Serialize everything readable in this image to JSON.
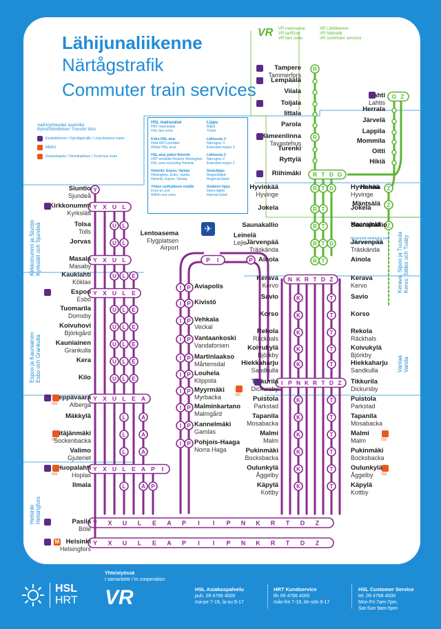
{
  "title": {
    "fi": "Lähijunaliikenne",
    "sv": "Närtågstrafik",
    "en": "Commuter train services"
  },
  "vr_zone": {
    "l1": "VR maksualue",
    "l2": "VR tariffzon",
    "l3": "VR fare zone"
  },
  "vr_lines": {
    "l1": "VR Lähiliikenne",
    "l2": "VR Närtrafik",
    "l3": "VR commuter services"
  },
  "legend": {
    "head1": "Vaihtoyhteydet asemilla",
    "head2": "Bytesförbindelser/ Transfer links",
    "ld": "Kaukoliikenne / Fjärrtågstrafik / Long distance trains",
    "metro": "Metro",
    "trunk": "Runkolinjasto / Stomlinjebuss / Trunk bus route"
  },
  "hsl_box": {
    "h1": "HSL maksualue",
    "h2": "HRT resområde",
    "h3": "HSL fare zone",
    "t1": "Lippu",
    "t2": "Biljett",
    "t3": "Ticket",
    "r1a": "Koko HSL-alue",
    "r1b": "Hela HRT-området",
    "r1c": "Whole HSL area",
    "r1d": "Lähiseutu 3",
    "r1e": "Närregion 3",
    "r1f": "Extended region 3",
    "r2a": "HSL-alue paitsi Helsinki",
    "r2b": "HRT-området förutom Helsingfors",
    "r2c": "HSL area excluding Helsinki",
    "r2d": "Lähiseutu 2",
    "r2e": "Närregion 2",
    "r2f": "Extended region 2",
    "r3a": "Helsinki, Espoo, Vantaa",
    "r3b": "Helsingfors, Esbo, Vanda",
    "r3c": "Helsinki, Espoo, Vantaa",
    "r3d": "Seutulippu",
    "r3e": "Regionbiljett",
    "r3f": "Regional ticket",
    "r4a": "Yhden vyöhykkeen sisällä",
    "r4b": "Inom en zon",
    "r4c": "Within one zone",
    "r4d": "Sisäinen lippu",
    "r4e": "Intern biljett",
    "r4f": "Internal ticket"
  },
  "airport": {
    "l1": "Lentoasema",
    "l2": "Flygplatsen",
    "l3": "Airport"
  },
  "kerava_note": "Järvenpää-aikataulut ovat poikkeuksellisia kello...",
  "regions": {
    "kirkkonummi": [
      "Kirkkonummi ja Siuntio",
      "Kyrkslätt och Sjundeå"
    ],
    "espoo": [
      "Espoo ja Kauniainen",
      "Esbo och Grankulla"
    ],
    "helsinki": [
      "Helsinki",
      "Helsingfors"
    ],
    "vantaa": [
      "Vantaa",
      "Vanda"
    ],
    "kerava": [
      "Kerava, Sipoo ja Tuusula",
      "Kervo, Sibbo och Tusby"
    ]
  },
  "north_stations": [
    {
      "n": "Tampere",
      "s": "Tammerfors",
      "r": "R"
    },
    {
      "n": "Lempäälä"
    },
    {
      "n": "Viiala"
    },
    {
      "n": "Toijala"
    },
    {
      "n": "Iittala"
    },
    {
      "n": "Parola"
    },
    {
      "n": "Hämeenlinna",
      "s": "Tavastehus",
      "r": "R"
    },
    {
      "n": "Turenki"
    },
    {
      "n": "Ryttylä"
    },
    {
      "n": "Riihimäki",
      "r": "RTDG"
    }
  ],
  "lahti_stations": [
    {
      "n": "Lahti",
      "s": "Lahtis",
      "r": "GZ"
    },
    {
      "n": "Herrala"
    },
    {
      "n": "Järvelä"
    },
    {
      "n": "Lappila"
    },
    {
      "n": "Mommila"
    },
    {
      "n": "Oitti"
    },
    {
      "n": "Hikiä"
    }
  ],
  "west_stations": [
    {
      "n": "Siuntio",
      "s": "Sjundeå",
      "r": "Y"
    },
    {
      "n": "Kirkkonummi",
      "s": "Kyrkslätt",
      "r": "YXUL"
    },
    {
      "n": "Tolsa",
      "s": "Tolls",
      "r": "UL"
    },
    {
      "n": "Jorvas",
      "r": "UL"
    },
    {
      "n": "Masala",
      "s": "Masaby",
      "r": "YXUL"
    },
    {
      "n": "Kauklahti",
      "s": "Köklax",
      "r": "ULE"
    },
    {
      "n": "Espoo",
      "s": "Esbo",
      "r": "YXULE"
    },
    {
      "n": "Tuomarila",
      "s": "Domsby",
      "r": "ULE"
    },
    {
      "n": "Koivuhovi",
      "s": "Björkgård",
      "r": "ULE"
    },
    {
      "n": "Kauniainen",
      "s": "Grankulla",
      "r": "ULE"
    },
    {
      "n": "Kera",
      "r": "ULE"
    },
    {
      "n": "Kilo",
      "r": "ULE"
    },
    {
      "n": "Leppävaara",
      "s": "Alberga",
      "r": "YXULEA"
    },
    {
      "n": "Mäkkylä",
      "r": "LA"
    },
    {
      "n": "Pitäjänmäki",
      "s": "Sockenbacka",
      "r": "LA"
    },
    {
      "n": "Valimo",
      "s": "Gjuteriet",
      "r": "LA"
    },
    {
      "n": "Huopalahti",
      "s": "Hoplax",
      "r": "YXULEAPI"
    },
    {
      "n": "Ilmala",
      "r": "LAP"
    },
    {
      "n": "Pasila",
      "s": "Böle",
      "r": "YXULEAPIIPNKRTDZ"
    },
    {
      "n": "Helsinki",
      "s": "Helsingfors",
      "r": "YXULEAPIIPNKRTDZ"
    }
  ],
  "ring_stations": [
    {
      "n": "Aviapolis"
    },
    {
      "n": "Kivistö"
    },
    {
      "n": "Vehkala",
      "s": "Veckal"
    },
    {
      "n": "Vantaankoski",
      "s": "Vandaforsen"
    },
    {
      "n": "Martinlaakso",
      "s": "Mårtensdal"
    },
    {
      "n": "Louhela",
      "s": "Klippsta"
    },
    {
      "n": "Myyrmäki",
      "s": "Myrbacka"
    },
    {
      "n": "Malminkartano",
      "s": "Malmgård"
    },
    {
      "n": "Kannelmäki",
      "s": "Gamlas"
    },
    {
      "n": "Pohjois-Haaga",
      "s": "Norra Haga"
    }
  ],
  "leinela": {
    "n": "Leinelä",
    "s": "Lejle"
  },
  "lentoasema": {
    "n": "Lentoasema",
    "s": "Flygplatsen",
    "e": "Airport"
  },
  "east_stations": [
    {
      "n": "Hyvinkää",
      "s": "Hyvinge",
      "r": "RTD"
    },
    {
      "n": "Jokela",
      "r": "RT"
    },
    {
      "n": "Saunakallio",
      "r": "RT"
    },
    {
      "n": "Järvenpää",
      "s": "Träskända",
      "r": "RTD"
    },
    {
      "n": "Ainola",
      "r": "RT"
    },
    {
      "n": "Kerava",
      "s": "Kervo",
      "r": "NKRTDZ"
    },
    {
      "n": "Savio",
      "r": "KT"
    },
    {
      "n": "Korso",
      "r": "KT"
    },
    {
      "n": "Rekola",
      "s": "Räckhals",
      "r": "KT"
    },
    {
      "n": "Koivukylä",
      "s": "Björkby",
      "r": "KT"
    },
    {
      "n": "Hiekkaharju",
      "s": "Sandkulla",
      "r": "KT"
    },
    {
      "n": "Tikkurila",
      "s": "Dickursby",
      "r": "IPNKRTDZ"
    },
    {
      "n": "Puistola",
      "s": "Parkstad",
      "r": "KT"
    },
    {
      "n": "Tapanila",
      "s": "Mosabacka",
      "r": "KT"
    },
    {
      "n": "Malmi",
      "s": "Malm",
      "r": "KT"
    },
    {
      "n": "Pukinmäki",
      "s": "Bocksbacka",
      "r": "KT"
    },
    {
      "n": "Oulunkylä",
      "s": "Åggelby",
      "r": "KT"
    },
    {
      "n": "Käpylä",
      "s": "Kottby",
      "r": "KT"
    }
  ],
  "z_stations": [
    {
      "n": "Henna",
      "r": "Z"
    },
    {
      "n": "Mäntsälä",
      "r": "Z"
    },
    {
      "n": "Haarajoki",
      "r": "Z"
    }
  ],
  "bus_label": "550",
  "metro_label": "M",
  "route_strip": "YXULEAPIIPNKRTDZ",
  "footer": {
    "coop1": "Yhteistyössä",
    "coop2": "I samarbete / In cooperation",
    "hsl": "HSL",
    "hrt": "HRT",
    "vr": "VR",
    "c1": [
      "HSL Asiakaspalvelu",
      "puh. 09 4766 4000",
      "ma-pe 7-19, la-su 9-17"
    ],
    "c2": [
      "HRT Kundservice",
      "tfn 09 4766 4000",
      "mån-fre 7-19, lör-sön 9-17"
    ],
    "c3": [
      "HSL Customer Service",
      "tel. 09 4766 4000",
      "Mon-Fri 7am-7pm,",
      "Sat-Sun 9am-5pm"
    ]
  },
  "colors": {
    "bg": "#1f8dd6",
    "purple": "#8a2a8e",
    "green": "#5cb531",
    "blue": "#1f8dd6",
    "orange": "#e8591e"
  }
}
